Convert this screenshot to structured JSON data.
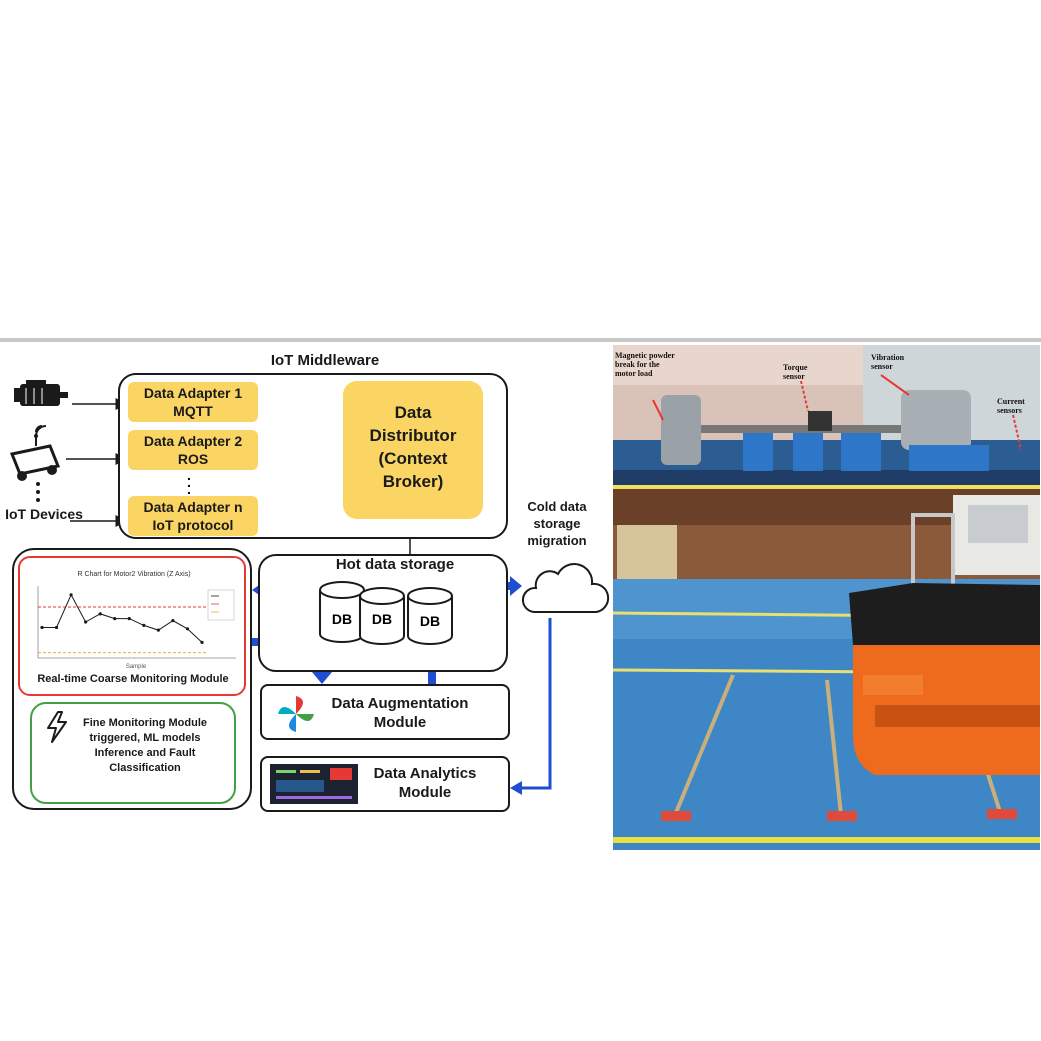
{
  "middleware": {
    "title": "IoT Middleware",
    "adapters": [
      {
        "name": "Data Adapter 1",
        "protocol": "MQTT"
      },
      {
        "name": "Data Adapter 2",
        "protocol": "ROS"
      },
      {
        "name": "Data Adapter n",
        "protocol": "IoT protocol"
      }
    ],
    "distributor": "Data Distributor (Context Broker)"
  },
  "devices": {
    "label": "IoT Devices"
  },
  "storage": {
    "hot_title": "Hot data storage",
    "db_labels": [
      "DB",
      "DB",
      "DB"
    ],
    "cold_label": "Cold data storage migration"
  },
  "modules": {
    "augmentation": "Data Augmentation Module",
    "analytics": "Data Analytics Module",
    "coarse": "Real-time Coarse Monitoring Module",
    "fine": "Fine Monitoring Module triggered, ML models Inference and Fault Classification"
  },
  "mini_chart": {
    "title": "R Chart for Motor2 Vibration (Z Axis)",
    "xlabel": "Sample",
    "values": [
      0.42,
      0.42,
      0.9,
      0.5,
      0.62,
      0.55,
      0.55,
      0.45,
      0.38,
      0.52,
      0.4,
      0.2
    ],
    "ucl": 0.72,
    "lcl": 0.05,
    "colors": {
      "line": "#1a1a1a",
      "ucl": "#e53935",
      "lcl": "#f9a825"
    }
  },
  "photo_annotations": {
    "magnetic": "Magnetic powder break for the motor load",
    "torque": "Torque sensor",
    "vibration": "Vibration sensor",
    "current": "Current sensors"
  },
  "colors": {
    "adapter_fill": "#fbd563",
    "arrow_blue": "#1f4fd1",
    "coarse_border": "#e53935",
    "fine_border": "#43a047"
  }
}
